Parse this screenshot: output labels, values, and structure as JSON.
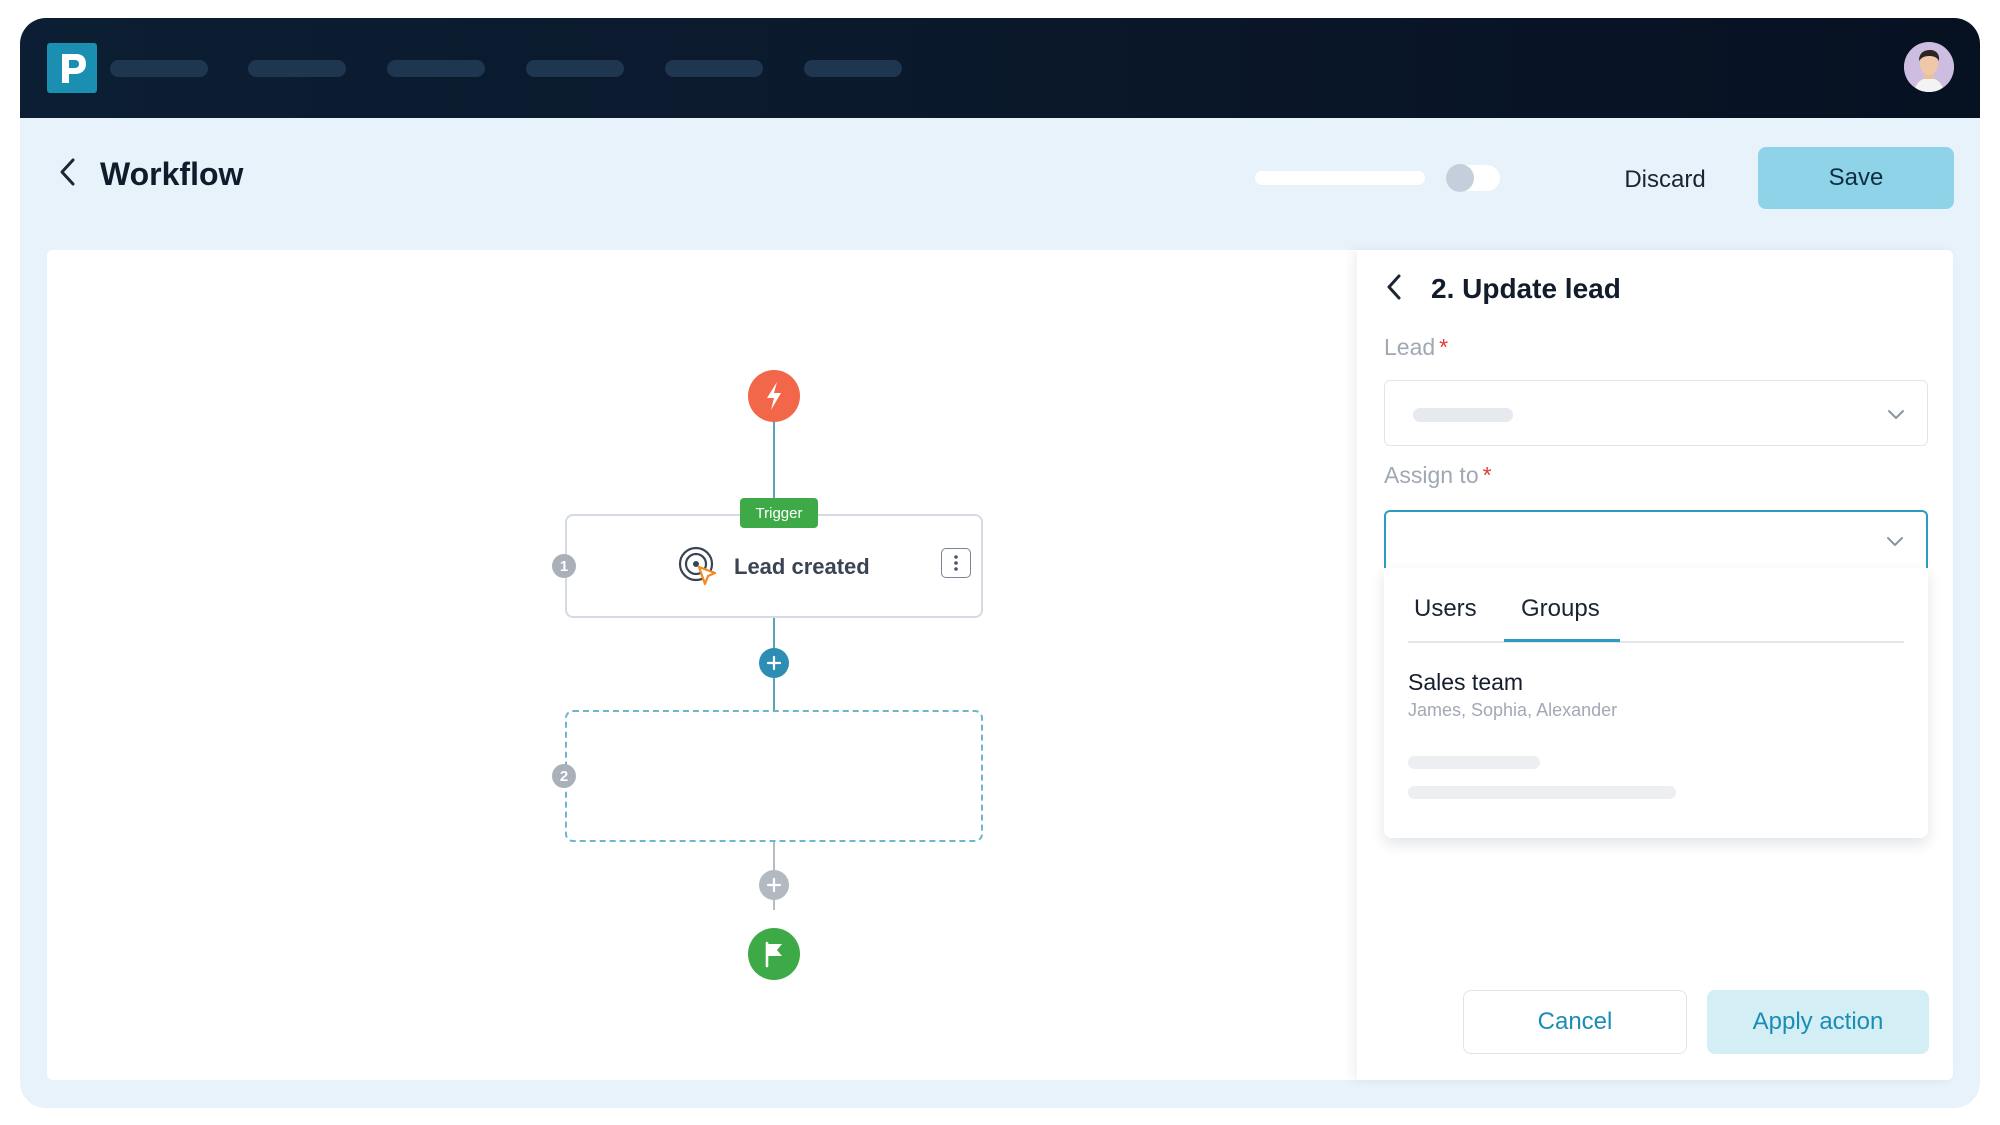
{
  "header": {
    "title": "Workflow",
    "discard_label": "Discard",
    "save_label": "Save"
  },
  "flow": {
    "trigger_badge": "Trigger",
    "trigger_node_label": "Lead created",
    "steps": [
      "1",
      "2"
    ]
  },
  "panel": {
    "title": "2. Update lead",
    "lead_label": "Lead",
    "assign_label": "Assign to",
    "required_mark": "*",
    "tabs": [
      {
        "label": "Users",
        "active": false
      },
      {
        "label": "Groups",
        "active": true
      }
    ],
    "options": [
      {
        "name": "Sales team",
        "members": "James, Sophia, Alexander"
      }
    ],
    "cancel_label": "Cancel",
    "apply_label": "Apply action"
  },
  "colors": {
    "brand": "#1a8fb1",
    "trigger": "#f2664a",
    "end": "#3daa47",
    "accent": "#2e9bc0",
    "save_button": "#8ed3e8"
  },
  "icons": {
    "logo": "brand-logo-icon",
    "back": "chevron-left-icon",
    "trigger": "lightning-icon",
    "node": "target-cursor-icon",
    "menu": "kebab-menu-icon",
    "add": "plus-icon",
    "end": "flag-icon",
    "dropdown": "chevron-down-icon"
  }
}
